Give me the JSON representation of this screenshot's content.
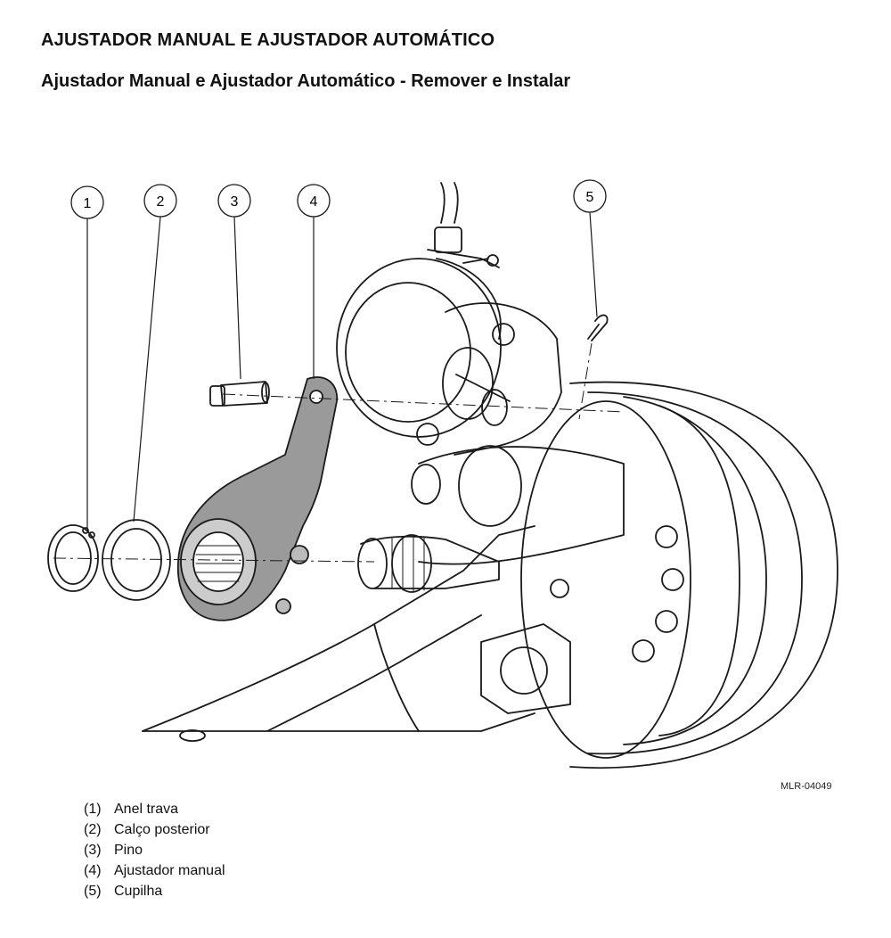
{
  "title": "AJUSTADOR MANUAL E AJUSTADOR AUTOMÁTICO",
  "subtitle": "Ajustador Manual e Ajustador Automático - Remover e Instalar",
  "figure": {
    "code": "MLR-04049",
    "callouts": [
      "1",
      "2",
      "3",
      "4",
      "5"
    ]
  },
  "legend": [
    {
      "num": "(1)",
      "label": "Anel trava"
    },
    {
      "num": "(2)",
      "label": "Calço posterior"
    },
    {
      "num": "(3)",
      "label": "Pino"
    },
    {
      "num": "(4)",
      "label": "Ajustador manual"
    },
    {
      "num": "(5)",
      "label": "Cupilha"
    }
  ]
}
